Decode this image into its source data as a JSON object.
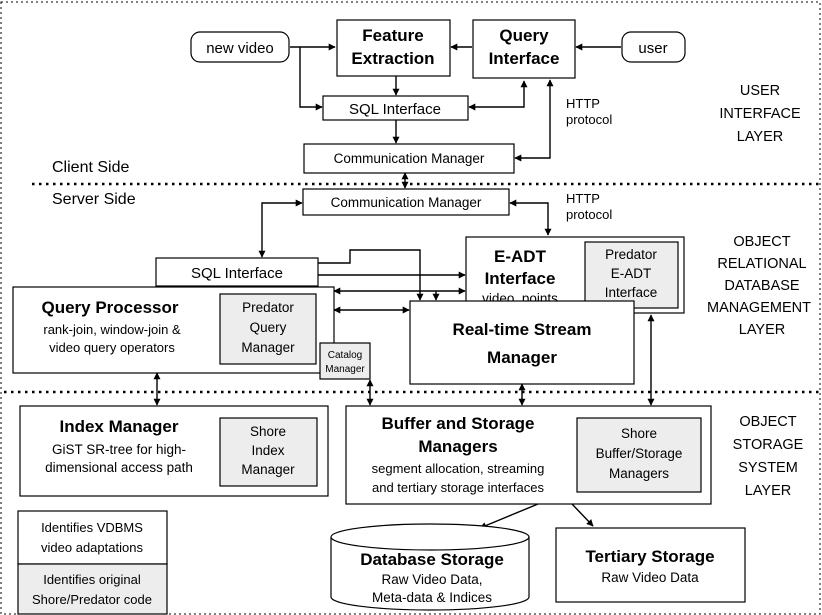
{
  "diagram": {
    "nodes": {
      "new_video": {
        "lines": [
          "new video"
        ]
      },
      "user": {
        "lines": [
          "user"
        ]
      },
      "feature_extraction": {
        "lines": [
          "Feature",
          "Extraction"
        ]
      },
      "query_interface": {
        "lines": [
          "Query",
          "Interface"
        ]
      },
      "sql_interface_client": {
        "lines": [
          "SQL Interface"
        ]
      },
      "comm_manager_client": {
        "lines": [
          "Communication Manager"
        ]
      },
      "comm_manager_server": {
        "lines": [
          "Communication Manager"
        ]
      },
      "sql_interface_server": {
        "lines": [
          "SQL Interface"
        ]
      },
      "query_processor": {
        "title": "Query Processor",
        "lines": [
          "rank-join, window-join &",
          "video query operators"
        ]
      },
      "predator_query_manager": {
        "lines": [
          "Predator",
          "Query",
          "Manager"
        ]
      },
      "eadt_interface": {
        "title_lines": [
          "E-ADT",
          "Interface"
        ],
        "lines": [
          "video, points"
        ]
      },
      "predator_eadt_interface": {
        "lines": [
          "Predator",
          "E-ADT",
          "Interface"
        ]
      },
      "catalog_manager": {
        "lines": [
          "Catalog",
          "Manager"
        ]
      },
      "realtime_stream_manager": {
        "lines": [
          "Real-time Stream",
          "Manager"
        ]
      },
      "index_manager": {
        "title": "Index Manager",
        "lines": [
          "GiST  SR-tree for high-",
          "dimensional access path"
        ]
      },
      "shore_index_manager": {
        "lines": [
          "Shore",
          "Index",
          "Manager"
        ]
      },
      "buffer_storage_managers": {
        "title_lines": [
          "Buffer and Storage",
          "Managers"
        ],
        "lines": [
          "segment allocation, streaming",
          "and tertiary storage interfaces"
        ]
      },
      "shore_buffer_storage_managers": {
        "lines": [
          "Shore",
          "Buffer/Storage",
          "Managers"
        ]
      },
      "database_storage": {
        "title": "Database Storage",
        "lines": [
          "Raw Video Data,",
          "Meta-data & Indices"
        ]
      },
      "tertiary_storage": {
        "title": "Tertiary  Storage",
        "lines": [
          "Raw Video Data"
        ]
      }
    },
    "protocol_labels": {
      "client": [
        "HTTP",
        "protocol"
      ],
      "server": [
        "HTTP",
        "protocol"
      ]
    },
    "sides": {
      "client": "Client Side",
      "server": "Server Side"
    },
    "layers": {
      "user_interface": [
        "USER",
        "INTERFACE",
        "LAYER"
      ],
      "ordbms": [
        "OBJECT",
        "RELATIONAL",
        "DATABASE",
        "MANAGEMENT",
        "LAYER"
      ],
      "storage": [
        "OBJECT",
        "STORAGE",
        "SYSTEM",
        "LAYER"
      ]
    },
    "legend": {
      "vdbms": [
        "Identifies VDBMS",
        "video adaptations"
      ],
      "original": [
        "Identifies original",
        "Shore/Predator code"
      ]
    },
    "colors": {
      "line": "#000000",
      "vdbms_box": "#ffffff",
      "original_box": "#ededed"
    }
  }
}
